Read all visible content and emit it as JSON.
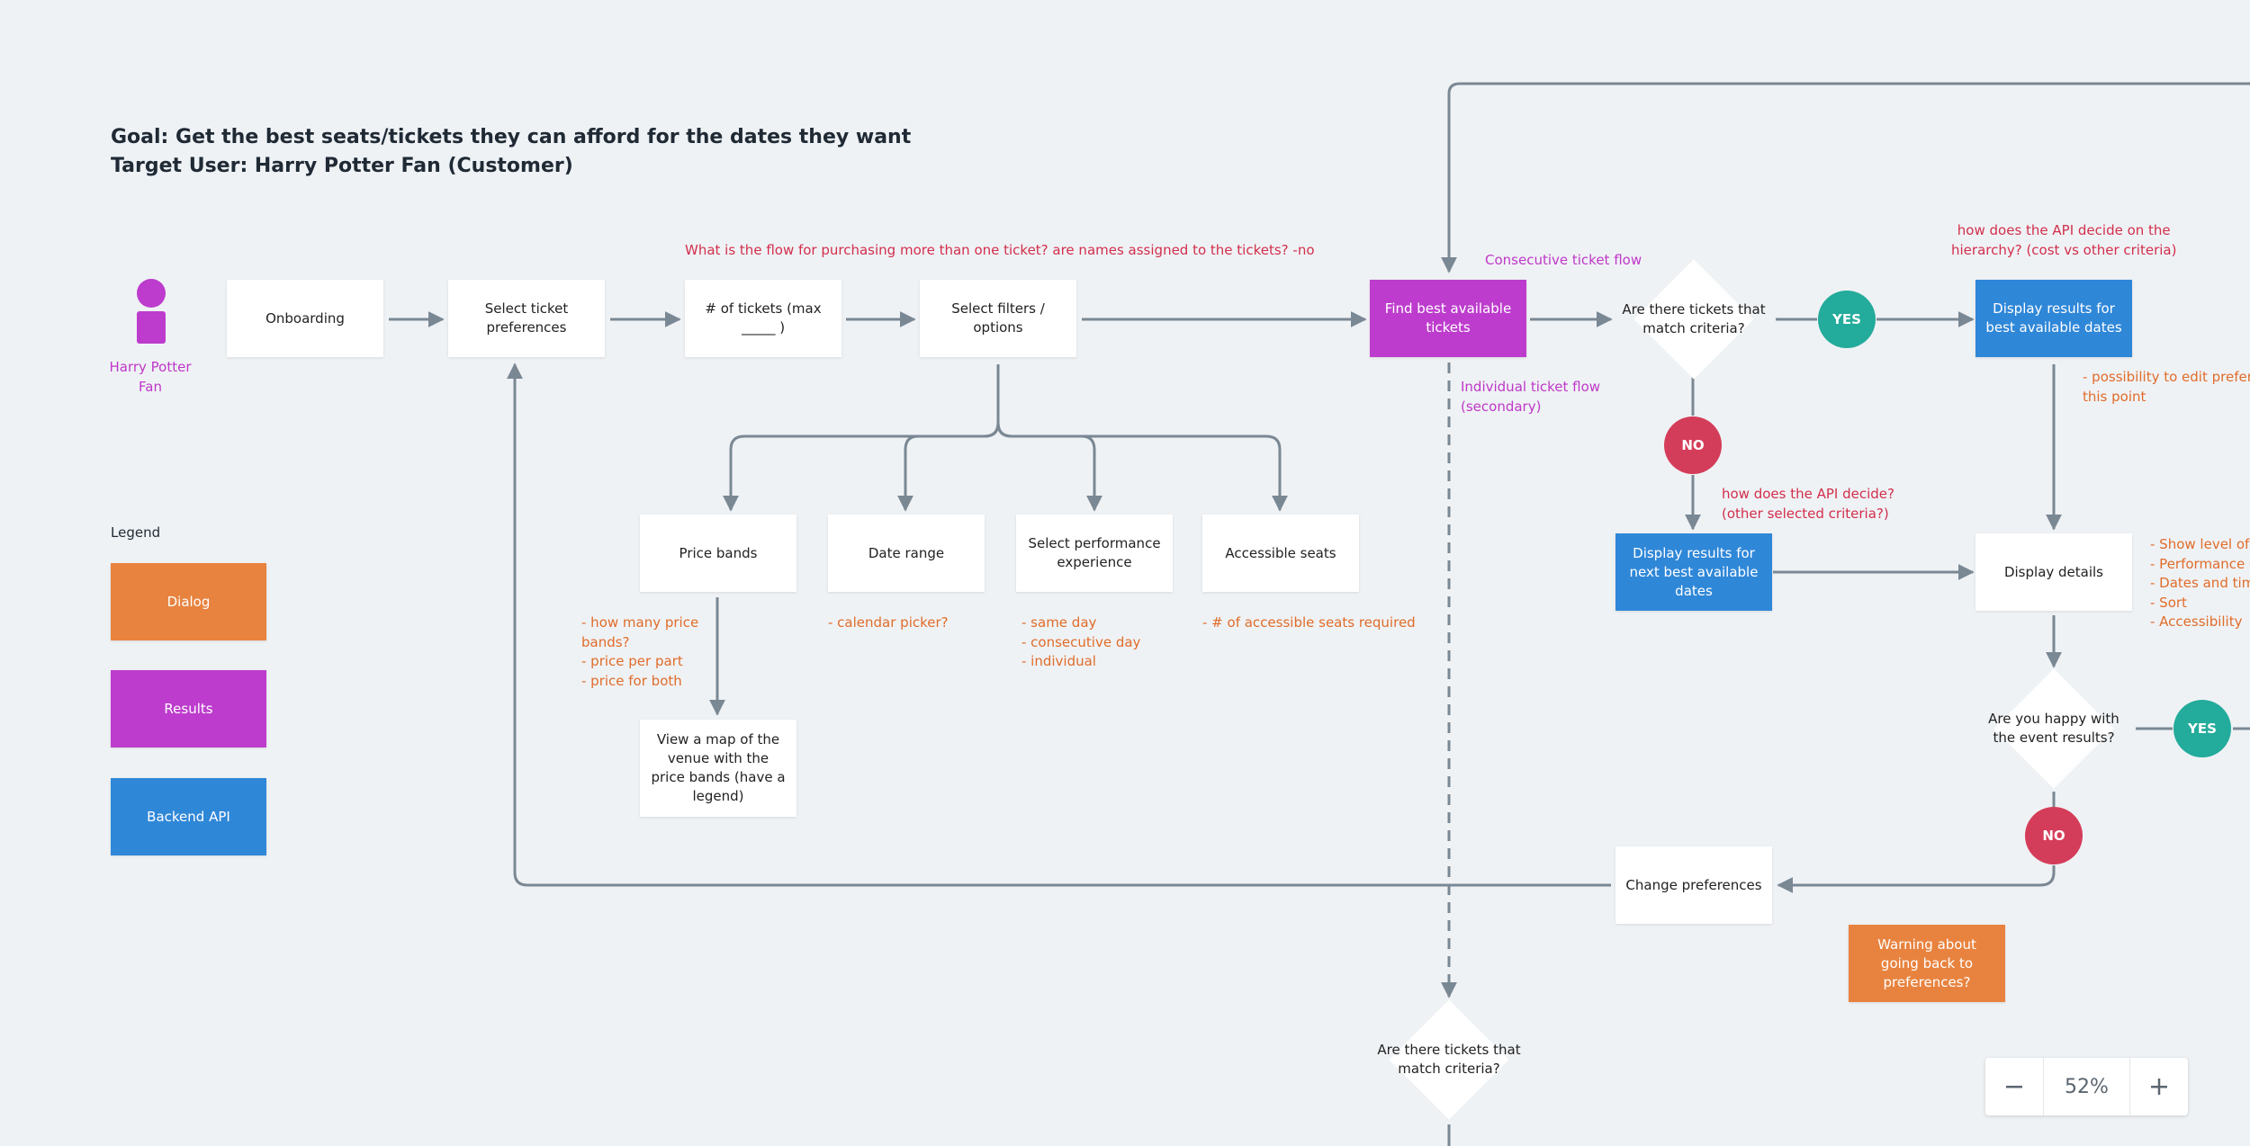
{
  "header": {
    "goal": "Goal: Get the best seats/tickets they can afford for the dates they want",
    "target_user": "Target User: Harry Potter Fan (Customer)"
  },
  "persona": {
    "label": "Harry Potter Fan"
  },
  "nodes": {
    "onboarding": "Onboarding",
    "select_ticket_prefs": "Select ticket preferences",
    "num_tickets": "# of tickets (max _____ )",
    "select_filters": "Select filters / options",
    "find_best": "Find best available tickets",
    "match_q1": "Are there tickets that match criteria?",
    "display_best_dates": "Display results for best available dates",
    "price_bands": "Price bands",
    "date_range": "Date range",
    "performance_exp": "Select performance experience",
    "accessible_seats": "Accessible seats",
    "venue_map": "View a map of the venue with the price bands (have a legend)",
    "display_next_best": "Display results for next best available dates",
    "display_details": "Display details",
    "happy_q": "Are you happy with the event results?",
    "change_prefs": "Change preferences",
    "warning_back": "Warning about going back to preferences?",
    "match_q2": "Are there tickets that match criteria?"
  },
  "badges": {
    "yes": "YES",
    "no": "NO"
  },
  "notes": {
    "multi_ticket": "What is the flow for purchasing more than one ticket? are names assigned to the tickets? -no",
    "consecutive": "Consecutive ticket flow",
    "individual": [
      "Individual ticket flow",
      "(secondary)"
    ],
    "api_hierarchy": [
      "how does the API decide on the",
      "hierarchy? (cost vs other criteria)"
    ],
    "api_decide": [
      "how does the API decide?",
      "(other selected criteria?)"
    ],
    "edit_prefs": [
      "- possibility to edit prefere",
      "this point"
    ],
    "price_bands": [
      "- how many price",
      "bands?",
      "- price per part",
      "- price for both"
    ],
    "calendar": "- calendar picker?",
    "experience": [
      "- same day",
      "- consecutive day",
      "- individual"
    ],
    "accessible": "- # of accessible seats required",
    "details": [
      "- Show level of a",
      "- Performance d",
      "- Dates and time",
      "- Sort",
      "- Accessibility"
    ]
  },
  "legend": {
    "title": "Legend",
    "dialog": "Dialog",
    "results": "Results",
    "backend": "Backend API"
  },
  "colors": {
    "results": "#bd3ccd",
    "api": "#2f87d8",
    "dialog": "#e8833f",
    "yes": "#23ab9b",
    "no": "#d43d59",
    "connector": "#7a8894"
  },
  "zoom": {
    "level": "52%",
    "minus_icon": "minus-icon",
    "plus_icon": "plus-icon"
  }
}
